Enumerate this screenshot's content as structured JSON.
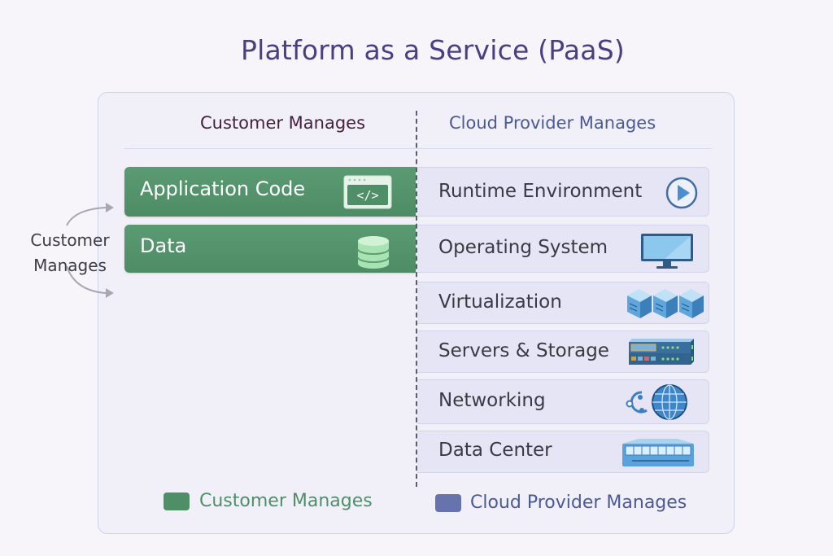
{
  "title": "Platform as a Service (PaaS)",
  "columns": {
    "customer": "Customer Manages",
    "provider": "Cloud Provider Manages"
  },
  "side_label": {
    "line1": "Customer",
    "line2": "Manages"
  },
  "customer_layers": [
    {
      "label": "Application Code",
      "icon": "code-window-icon"
    },
    {
      "label": "Data",
      "icon": "database-icon"
    }
  ],
  "provider_layers": [
    {
      "label": "Runtime Environment",
      "icon": "play-circle-icon"
    },
    {
      "label": "Operating System",
      "icon": "monitor-icon"
    },
    {
      "label": "Virtualization",
      "icon": "virtual-machines-icon"
    },
    {
      "label": "Servers & Storage",
      "icon": "server-rack-icon"
    },
    {
      "label": "Networking",
      "icon": "globe-network-icon"
    },
    {
      "label": "Data Center",
      "icon": "data-center-icon"
    }
  ],
  "legend": [
    {
      "label": "Customer Manages",
      "color": "#4f8f68"
    },
    {
      "label": "Cloud Provider Manages",
      "color": "#6673ad"
    }
  ],
  "colors": {
    "customer": "#4f8f68",
    "provider": "#6673ad",
    "title": "#4a3f82"
  }
}
